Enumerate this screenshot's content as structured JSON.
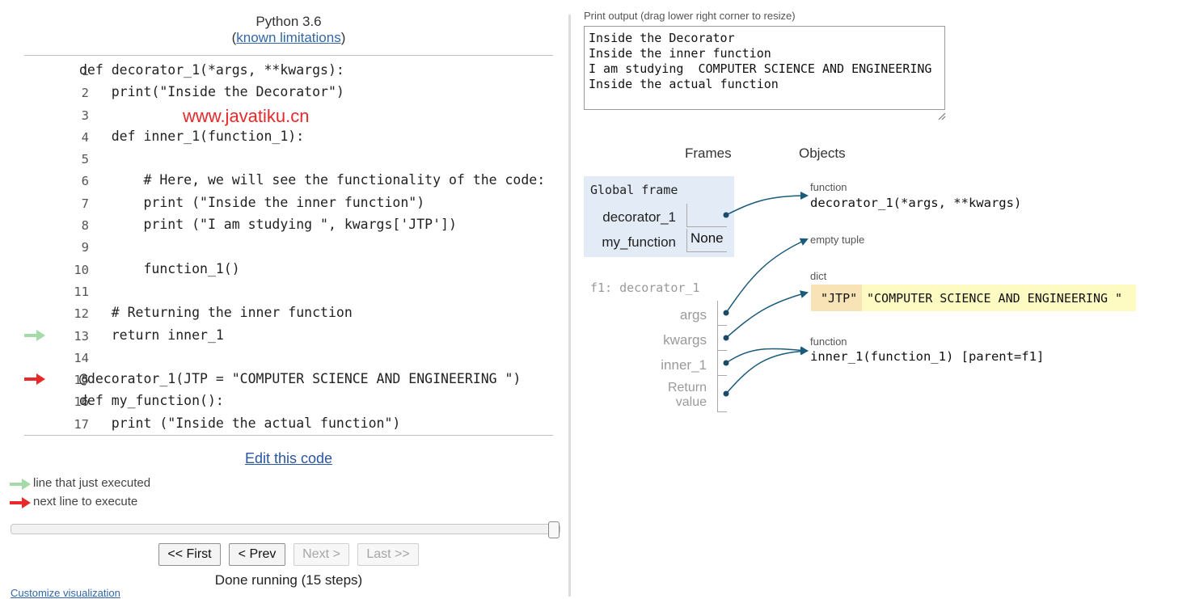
{
  "header": {
    "language": "Python 3.6",
    "sub_open": "(",
    "limitations_link": "known limitations",
    "sub_close": ")"
  },
  "watermark": "www.javatiku.cn",
  "code_lines": [
    {
      "n": "1",
      "src": "def decorator_1(*args, **kwargs):",
      "arrow": ""
    },
    {
      "n": "2",
      "src": "    print(\"Inside the Decorator\")",
      "arrow": ""
    },
    {
      "n": "3",
      "src": "",
      "arrow": ""
    },
    {
      "n": "4",
      "src": "    def inner_1(function_1):",
      "arrow": ""
    },
    {
      "n": "5",
      "src": "",
      "arrow": ""
    },
    {
      "n": "6",
      "src": "        # Here, we will see the functionality of the code:",
      "arrow": ""
    },
    {
      "n": "7",
      "src": "        print (\"Inside the inner function\")",
      "arrow": ""
    },
    {
      "n": "8",
      "src": "        print (\"I am studying \", kwargs['JTP'])",
      "arrow": ""
    },
    {
      "n": "9",
      "src": "",
      "arrow": ""
    },
    {
      "n": "10",
      "src": "        function_1()",
      "arrow": ""
    },
    {
      "n": "11",
      "src": "",
      "arrow": ""
    },
    {
      "n": "12",
      "src": "    # Returning the inner function",
      "arrow": ""
    },
    {
      "n": "13",
      "src": "    return inner_1",
      "arrow": "executed"
    },
    {
      "n": "14",
      "src": "",
      "arrow": ""
    },
    {
      "n": "15",
      "src": "@decorator_1(JTP = \"COMPUTER SCIENCE AND ENGINEERING \")",
      "arrow": "next"
    },
    {
      "n": "16",
      "src": "def my_function():",
      "arrow": ""
    },
    {
      "n": "17",
      "src": "    print (\"Inside the actual function\")",
      "arrow": ""
    }
  ],
  "edit_link": "Edit this code",
  "legend": {
    "executed": "line that just executed",
    "next": "next line to execute"
  },
  "colors": {
    "executed_arrow": "#a4d9a8",
    "next_arrow": "#e8292a",
    "pointer": "#1a5a7a",
    "frame_bg": "#e2ebf6",
    "dict_bg": "#fdfbc2",
    "dict_key_bg": "#f7e3b5"
  },
  "slider": {
    "progress": 1.0
  },
  "nav": {
    "first": "<< First",
    "prev": "< Prev",
    "next": "Next >",
    "last": "Last >>"
  },
  "status": "Done running (15 steps)",
  "customize": "Customize visualization",
  "print_output": {
    "caption": "Print output (drag lower right corner to resize)",
    "text": "Inside the Decorator\nInside the inner function\nI am studying  COMPUTER SCIENCE AND ENGINEERING \nInside the actual function"
  },
  "viz": {
    "frames_header": "Frames",
    "objects_header": "Objects",
    "global_frame": {
      "title": "Global frame",
      "vars": [
        {
          "name": "decorator_1",
          "value": ""
        },
        {
          "name": "my_function",
          "value": "None"
        }
      ]
    },
    "f1_frame": {
      "title": "f1: decorator_1",
      "vars": [
        {
          "name": "args"
        },
        {
          "name": "kwargs"
        },
        {
          "name": "inner_1"
        },
        {
          "name": "Return value"
        }
      ]
    },
    "objects": {
      "func1_label": "function",
      "func1_text": "decorator_1(*args, **kwargs)",
      "tuple_label": "empty tuple",
      "dict_label": "dict",
      "dict_key": "\"JTP\"",
      "dict_value": "\"COMPUTER SCIENCE AND ENGINEERING \"",
      "func2_label": "function",
      "func2_text": "inner_1(function_1) [parent=f1]"
    }
  }
}
